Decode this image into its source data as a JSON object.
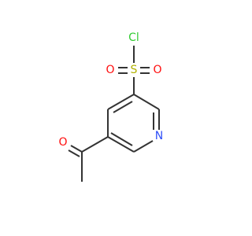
{
  "molecule": {
    "atoms": {
      "chlorine": {
        "label": "Cl",
        "color": "#33cc33"
      },
      "sulfur": {
        "label": "S",
        "color": "#b2b200"
      },
      "sulfonyl_oxygen_left": {
        "label": "O",
        "color": "#ff0d0d"
      },
      "sulfonyl_oxygen_right": {
        "label": "O",
        "color": "#ff0d0d"
      },
      "ring_nitrogen": {
        "label": "N",
        "color": "#3050f8"
      },
      "carbonyl_oxygen": {
        "label": "O",
        "color": "#ff0d0d"
      }
    },
    "bond_color": "#333333"
  }
}
